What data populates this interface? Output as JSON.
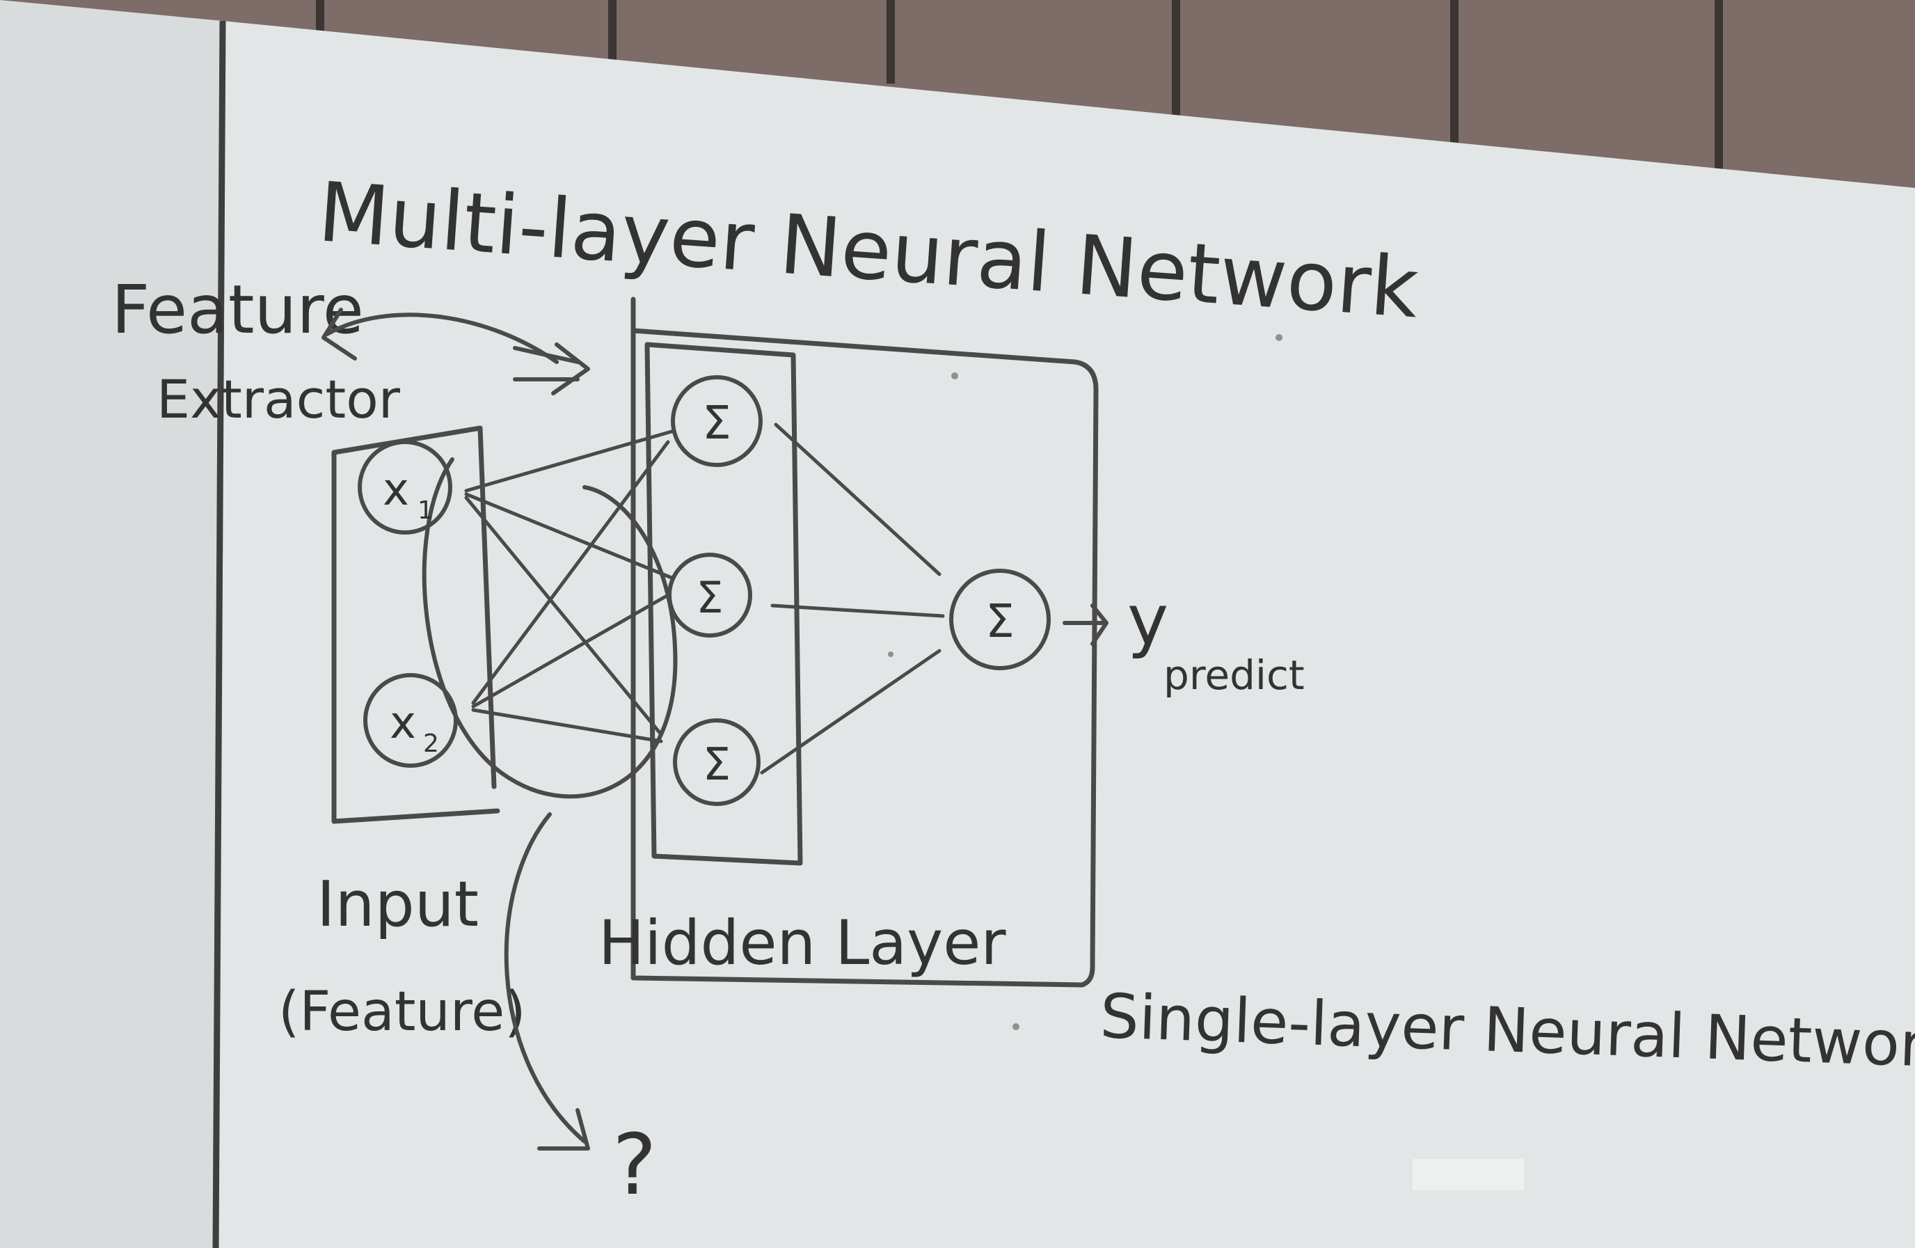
{
  "colors": {
    "wall": "#7d6c68",
    "mortar": "#3d3533",
    "board": "#dfe2e3",
    "board_edge": "#cfd3d5",
    "ink": "#4a4a4a"
  },
  "labels": {
    "title": "Multi-layer Neural Network",
    "feature_extractor_line1": "Feature",
    "feature_extractor_line2": "Extractor",
    "input_line1": "Input",
    "input_line2": "(Feature)",
    "hidden_layer": "Hidden Layer",
    "single_layer": "Single-layer Neural Network.",
    "question": "?"
  },
  "nodes": {
    "input": [
      "x1",
      "x2"
    ],
    "input_main": [
      "x",
      "x"
    ],
    "input_sub": [
      "1",
      "2"
    ],
    "hidden": [
      "Σ",
      "Σ",
      "Σ"
    ],
    "output": "Σ"
  },
  "output_label": {
    "y": "y",
    "subscript": "predict"
  }
}
